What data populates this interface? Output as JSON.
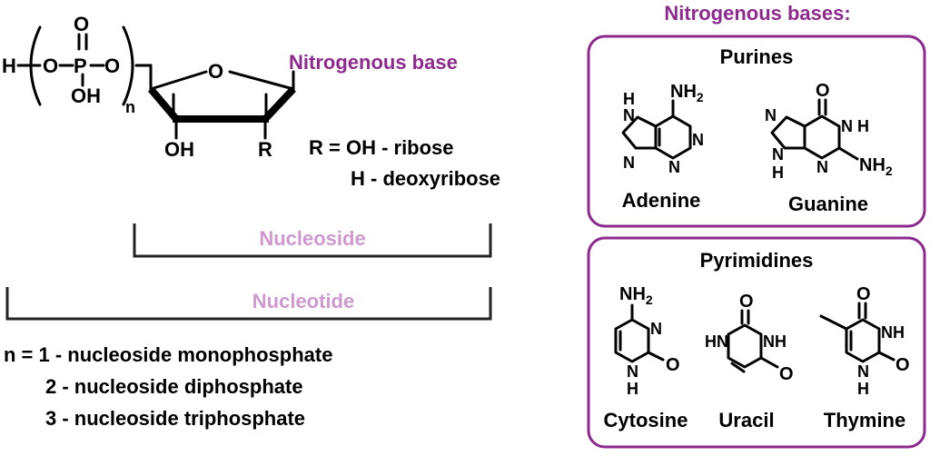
{
  "colors": {
    "accent": "#8e2a8e",
    "bracket_label": "#cf99cf"
  },
  "phosphate": {
    "h": "H",
    "o_left": "O",
    "p": "P",
    "o_top": "O",
    "o_right": "O",
    "oh": "OH",
    "n": "n"
  },
  "sugar": {
    "ring_o": "O",
    "oh": "OH",
    "r": "R",
    "base_label": "Nitrogenous base"
  },
  "r_definition": {
    "line1": "R = OH - ribose",
    "line2": "H - deoxyribose"
  },
  "brackets": {
    "nucleoside": "Nucleoside",
    "nucleotide": "Nucleotide"
  },
  "n_list": [
    "n = 1 - nucleoside monophosphate",
    "2 - nucleoside diphosphate",
    "3 - nucleoside triphosphate"
  ],
  "bases_panel": {
    "title": "Nitrogenous bases:",
    "purines": {
      "heading": "Purines",
      "adenine": {
        "name": "Adenine",
        "nh2": "NH",
        "nh2_sub": "2",
        "nh": "N",
        "nh_h": "H",
        "n_labels": [
          "N",
          "N",
          "N"
        ]
      },
      "guanine": {
        "name": "Guanine",
        "o": "O",
        "nh": "N",
        "nh_h": "H",
        "nh2": "NH",
        "nh2_sub": "2",
        "h_label": "H",
        "n_labels": [
          "N",
          "N",
          "N"
        ]
      }
    },
    "pyrimidines": {
      "heading": "Pyrimidines",
      "cytosine": {
        "name": "Cytosine",
        "nh2": "NH",
        "nh2_sub": "2",
        "n": "N",
        "o": "O",
        "nh": "N",
        "nh_h": "H"
      },
      "uracil": {
        "name": "Uracil",
        "o_top": "O",
        "hn": "HN",
        "nh": "NH",
        "o_right": "O"
      },
      "thymine": {
        "name": "Thymine",
        "o_top": "O",
        "nh": "NH",
        "n": "N",
        "o_right": "O",
        "nh_h": "H"
      }
    }
  }
}
